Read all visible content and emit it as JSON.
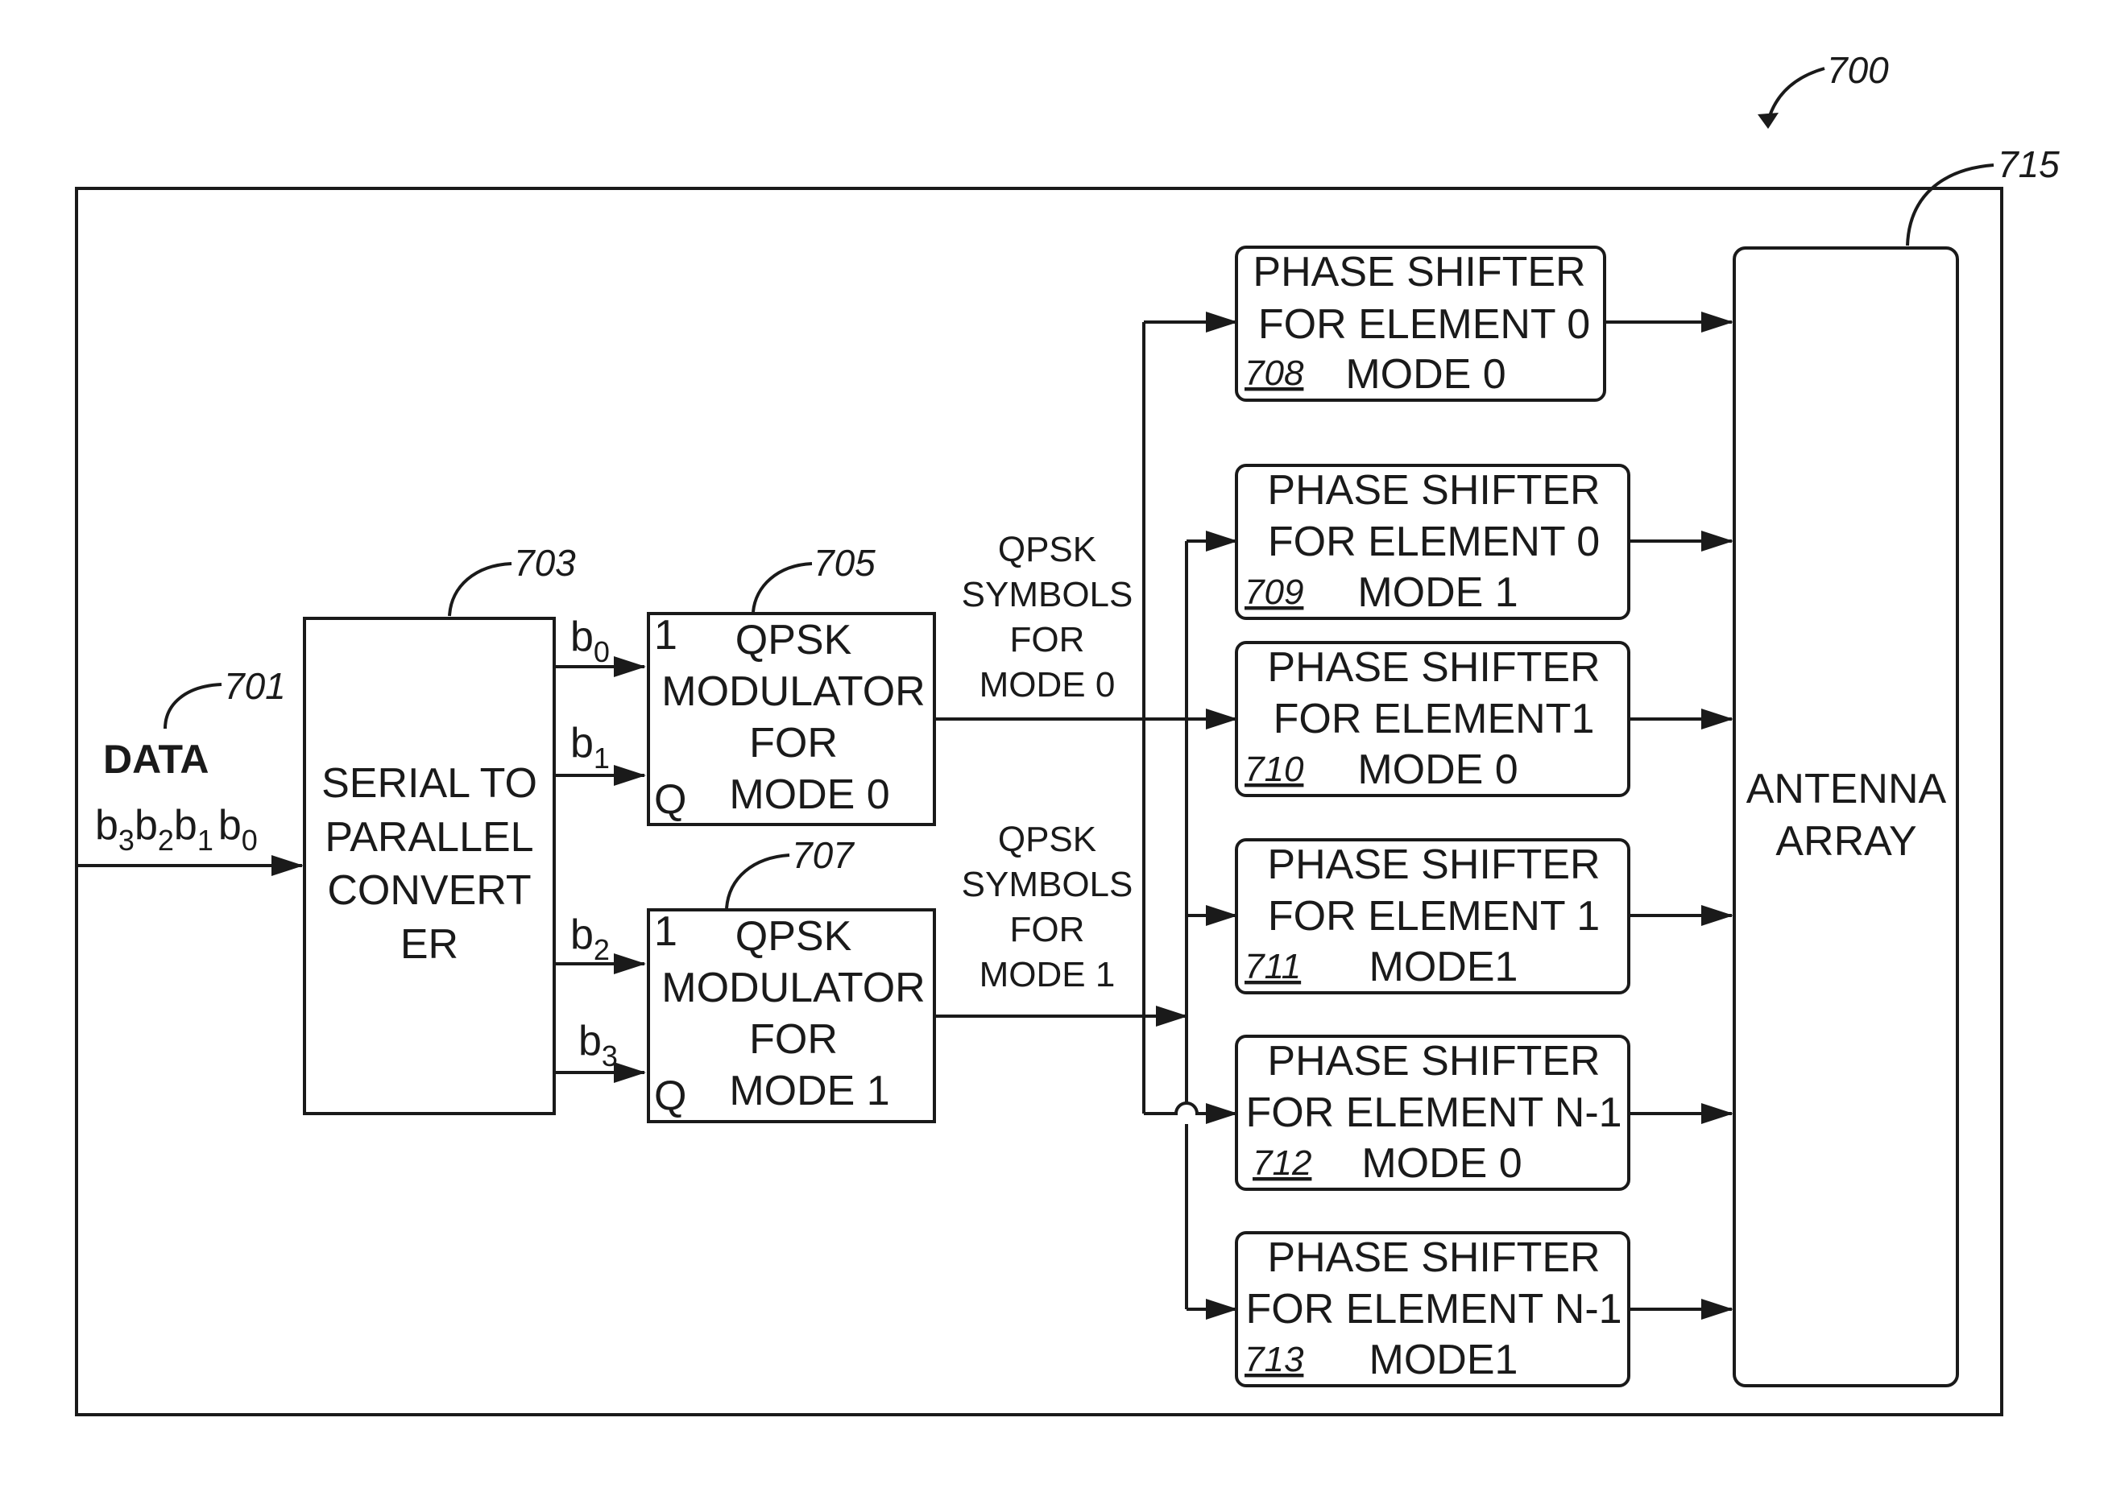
{
  "figure_ref": "700",
  "outer_ref": "715",
  "data_input": {
    "label": "DATA",
    "ref": "701",
    "bits": [
      {
        "b": "b",
        "s": "3"
      },
      {
        "b": "b",
        "s": "2"
      },
      {
        "b": "b",
        "s": "1"
      },
      {
        "b": "b",
        "s": "0"
      }
    ]
  },
  "converter": {
    "ref": "703",
    "lines": [
      "SERIAL TO",
      "PARALLEL",
      "CONVERT",
      "ER"
    ]
  },
  "bit_outputs": [
    {
      "b": "b",
      "s": "0"
    },
    {
      "b": "b",
      "s": "1"
    },
    {
      "b": "b",
      "s": "2"
    },
    {
      "b": "b",
      "s": "3"
    }
  ],
  "modulators": [
    {
      "ref": "705",
      "port_i": "1",
      "port_q": "Q",
      "lines": [
        "QPSK",
        "MODULATOR",
        "FOR",
        "MODE 0"
      ]
    },
    {
      "ref": "707",
      "port_i": "1",
      "port_q": "Q",
      "lines": [
        "QPSK",
        "MODULATOR",
        "FOR",
        "MODE 1"
      ]
    }
  ],
  "symbol_labels": [
    [
      "QPSK",
      "SYMBOLS",
      "FOR",
      "MODE 0"
    ],
    [
      "QPSK",
      "SYMBOLS",
      "FOR",
      "MODE 1"
    ]
  ],
  "phase_shifters": [
    {
      "ref": "708",
      "line1": "PHASE SHIFTER",
      "line2": "FOR ELEMENT 0",
      "mode": "MODE 0"
    },
    {
      "ref": "709",
      "line1": "PHASE SHIFTER",
      "line2": "FOR ELEMENT 0",
      "mode": "MODE 1"
    },
    {
      "ref": "710",
      "line1": "PHASE SHIFTER",
      "line2": "FOR ELEMENT1",
      "mode": "MODE 0"
    },
    {
      "ref": "711",
      "line1": "PHASE SHIFTER",
      "line2": "FOR ELEMENT 1",
      "mode": "MODE1"
    },
    {
      "ref": "712",
      "line1": "PHASE SHIFTER",
      "line2": "FOR ELEMENT N-1",
      "mode": "MODE 0"
    },
    {
      "ref": "713",
      "line1": "PHASE SHIFTER",
      "line2": "FOR ELEMENT N-1",
      "mode": "MODE1"
    }
  ],
  "antenna": {
    "lines": [
      "ANTENNA",
      "ARRAY"
    ]
  }
}
